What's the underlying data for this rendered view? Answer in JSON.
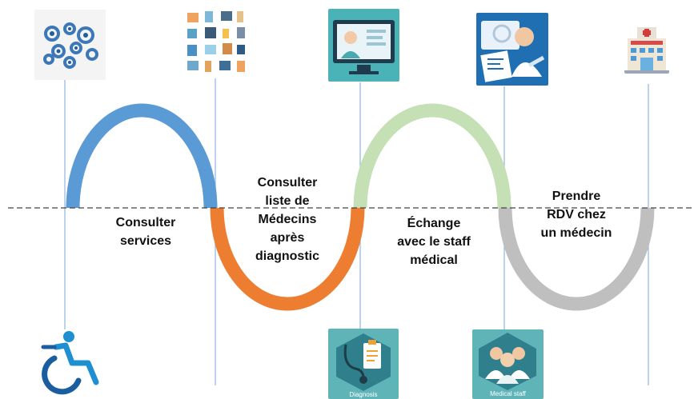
{
  "steps": [
    {
      "label_lines": [
        "Consulter",
        "services"
      ],
      "color": "#5b9bd5"
    },
    {
      "label_lines": [
        "Consulter",
        "liste de",
        "Médecins",
        "après",
        "diagnostic"
      ],
      "color": "#ed7d31"
    },
    {
      "label_lines": [
        "Échange",
        "avec le staff",
        "médical"
      ],
      "color": "#c5e0b4"
    },
    {
      "label_lines": [
        "Prendre",
        "RDV  chez",
        "un médecin"
      ],
      "color": "#bfbfbf"
    }
  ],
  "captions": {
    "diagnosis": "Diagnosis",
    "medical_staff": "Medical staff"
  },
  "icons": {
    "top": [
      "gears-icon",
      "medical-grid-icon",
      "telemedicine-monitor-icon",
      "remote-consult-icon",
      "hospital-icon"
    ],
    "bottom": [
      "wheelchair-icon",
      "diagnosis-icon",
      "medical-staff-icon"
    ]
  },
  "colors": {
    "connector": "#8fb4e3",
    "baseline": "#444444",
    "teal": "#4aa3a8"
  }
}
